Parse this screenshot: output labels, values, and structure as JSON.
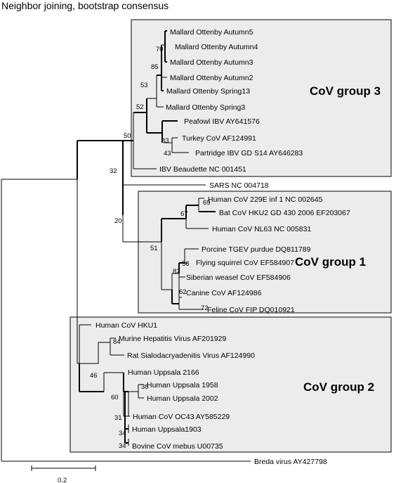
{
  "title": "Neighbor joining, bootstrap consensus",
  "groups": {
    "g3": "CoV group 3",
    "g1": "CoV group 1",
    "g2": "CoV group 2"
  },
  "taxa": {
    "ma5": "Mallard Ottenby Autumn5",
    "ma4": "Mallard Ottenby Autumn4",
    "ma3": "Mallard Ottenby Autumn3",
    "ma2": "Mallard Ottenby Autumn2",
    "ms13": "Mallard Ottenby Spring13",
    "ms3": "Mallard Ottenby Spring3",
    "pea": "Peafowl IBV AY641576",
    "tur": "Turkey CoV  AF124991",
    "par": "Partridge IBV GD S14  AY646283",
    "ibv": "IBV Beaudette NC 001451",
    "sars": "SARS NC 004718",
    "h229": "Human CoV 229E inf 1 NC 002645",
    "bat": "Bat CoV HKU2 GD 430 2006 EF203067",
    "nl63": "Human CoV NL63 NC 005831",
    "tgev": "Porcine TGEV purdue DQ811789",
    "fsq": "Flying squirrel CoV EF584907",
    "sib": "Siberian weasel CoV EF584906",
    "can": "Canine CoV AF124986",
    "fel": "Feline CoV FIP DQ010921",
    "hku1": "Human CoV HKU1",
    "mhv": "Murine Hepatitis Virus AF201929",
    "rat": "Rat Sialodacryadenitis Virus AF124990",
    "u2166": "Human Uppsala 2166",
    "u1958": "Human Uppsala 1958",
    "u2002": "Human Uppsala 2002",
    "oc43": "Human CoV OC43 AY585229",
    "u1903": "Human Uppsala1903",
    "bov": "Bovine CoV mebus U00735",
    "breda": "Breda virus AY427798"
  },
  "bootstrap": {
    "b70": "70",
    "b85": "85",
    "b53": "53",
    "b52": "52",
    "b50": "50",
    "b83": "83",
    "b43": "43",
    "b32": "32",
    "b20": "20",
    "b69": "69",
    "b67": "67",
    "b51": "51",
    "b56": "56",
    "b82": "82",
    "b62": "62",
    "b72": "72",
    "b84": "84",
    "b46": "46",
    "b38": "38",
    "b60": "60",
    "b31": "31",
    "b34a": "34",
    "b34b": "34"
  },
  "scale_bar": {
    "label": "0.2",
    "length": 0.2
  }
}
